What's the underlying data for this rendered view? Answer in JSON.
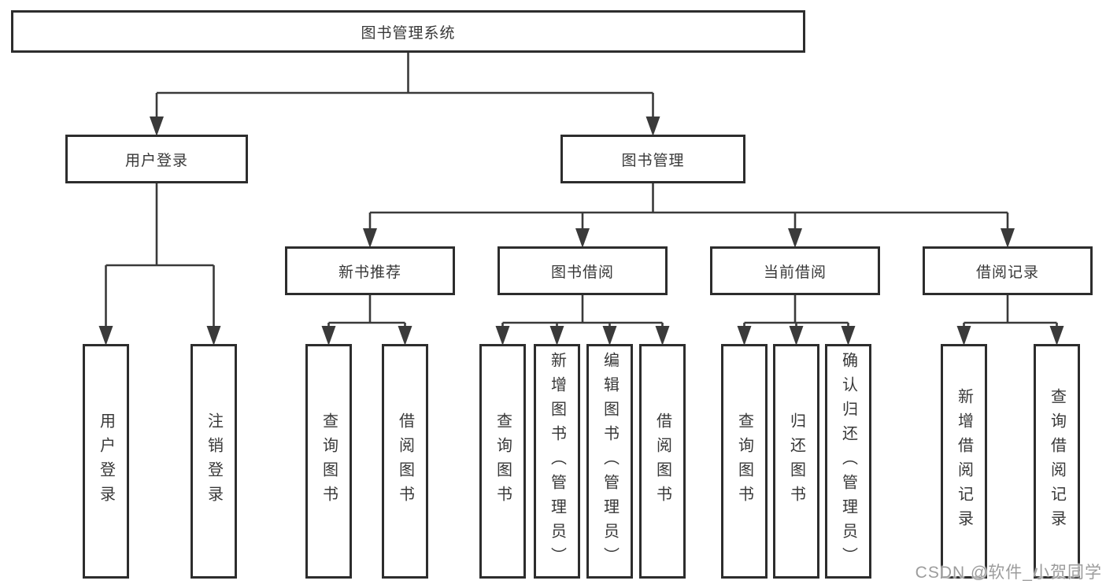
{
  "nodes": {
    "root": {
      "label": "图书管理系统"
    },
    "level1": [
      {
        "label": "用户登录"
      },
      {
        "label": "图书管理"
      }
    ],
    "level2": [
      {
        "label": "新书推荐"
      },
      {
        "label": "图书借阅"
      },
      {
        "label": "当前借阅"
      },
      {
        "label": "借阅记录"
      }
    ],
    "leaves": [
      {
        "label": "用户登录"
      },
      {
        "label": "注销登录"
      },
      {
        "label": "查询图书"
      },
      {
        "label": "借阅图书"
      },
      {
        "label": "查询图书"
      },
      {
        "label": "新增图书（管理员）"
      },
      {
        "label": "编辑图书（管理员）"
      },
      {
        "label": "借阅图书"
      },
      {
        "label": "查询图书"
      },
      {
        "label": "归还图书"
      },
      {
        "label": "确认归还（管理员）"
      },
      {
        "label": "新增借阅记录"
      },
      {
        "label": "查询借阅记录"
      }
    ]
  },
  "watermark": {
    "text": "CSDN @软件_小贺同学"
  },
  "colors": {
    "line": "#3a3a3a",
    "box_border": "#2d2d2d",
    "text": "#383838",
    "background": "#ffffff",
    "watermark": "#9c9c9c"
  }
}
